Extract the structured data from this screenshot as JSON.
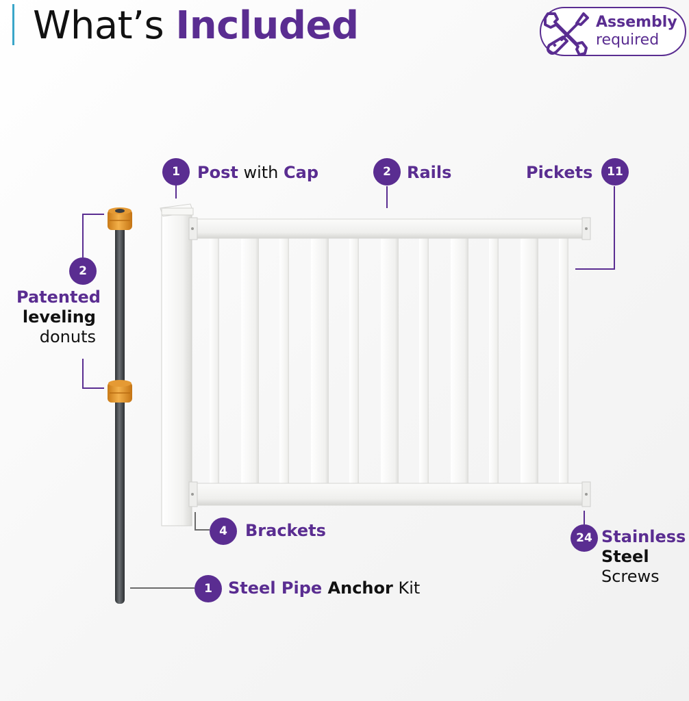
{
  "header": {
    "title_plain": "What’s ",
    "title_highlight": "Included"
  },
  "badge": {
    "icon": "wrench-screwdriver-icon",
    "line1": "Assembly",
    "line2": "required"
  },
  "callouts": {
    "post": {
      "count": "1",
      "part1": "Post",
      "part2": " with ",
      "part3": "Cap"
    },
    "rails": {
      "count": "2",
      "label": "Rails"
    },
    "pickets": {
      "count": "11",
      "label": "Pickets"
    },
    "donuts": {
      "count": "2",
      "line1": "Patented",
      "line2": "leveling",
      "line3": "donuts"
    },
    "brackets": {
      "count": "4",
      "label": "Brackets"
    },
    "screws": {
      "count": "24",
      "line1": "Stainless",
      "line2": "Steel",
      "line3": "Screws"
    },
    "anchor": {
      "count": "1",
      "part1": "Steel Pipe",
      "part2": " Anchor",
      "part3": " Kit"
    }
  },
  "colors": {
    "brand_purple": "#5a2d91",
    "accent_blue": "#3aa6c9",
    "donut_orange": "#e89a2c",
    "pipe_gray": "#4a4d50",
    "vinyl_white": "#f4f4f2"
  }
}
